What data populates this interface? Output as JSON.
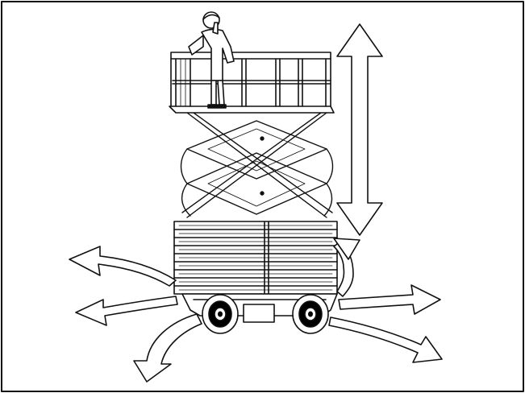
{
  "figure": {
    "subject": "scissor-lift-illustration",
    "line_color": "#111111",
    "background_color": "#ffffff",
    "icons": [
      "vertical-motion-arrow-icon",
      "horizontal-motion-arrow-icon",
      "worker-figure",
      "platform-railing",
      "scissor-stack",
      "base-chassis",
      "wheel"
    ]
  }
}
